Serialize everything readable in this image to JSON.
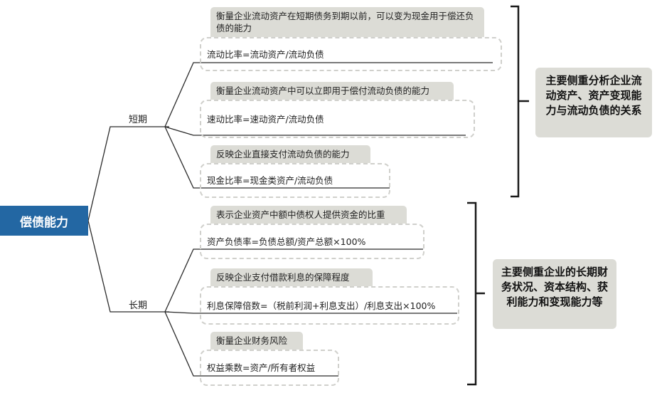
{
  "root": "偿债能力",
  "branches": [
    {
      "label": "短期",
      "items": [
        {
          "desc": "衡量企业流动资产在短期债务到期以前，可以变为现金用于偿还负债的能力",
          "formula": "流动比率=流动资产/流动负债"
        },
        {
          "desc": "衡量企业流动资产中可以立即用于偿付流动负债的能力",
          "formula": "速动比率=速动资产/流动负债"
        },
        {
          "desc": "反映企业直接支付流动负债的能力",
          "formula": "现金比率=现金类资产/流动负债"
        }
      ],
      "summary": "主要侧重分析企业流动资产、资产变现能力与流动负债的关系"
    },
    {
      "label": "长期",
      "items": [
        {
          "desc": "表示企业资产中额中债权人提供资金的比重",
          "formula": "资产负债率=负债总额/资产总额×100%"
        },
        {
          "desc": "反映企业支付借款利息的保障程度",
          "formula": "利息保障倍数=（税前利润+利息支出）/利息支出×100%"
        },
        {
          "desc": "衡量企业财务风险",
          "formula": "权益乘数=资产/所有者权益"
        }
      ],
      "summary": "主要侧重企业的长期财务状况、资本结构、获利能力和变现能力等"
    }
  ]
}
